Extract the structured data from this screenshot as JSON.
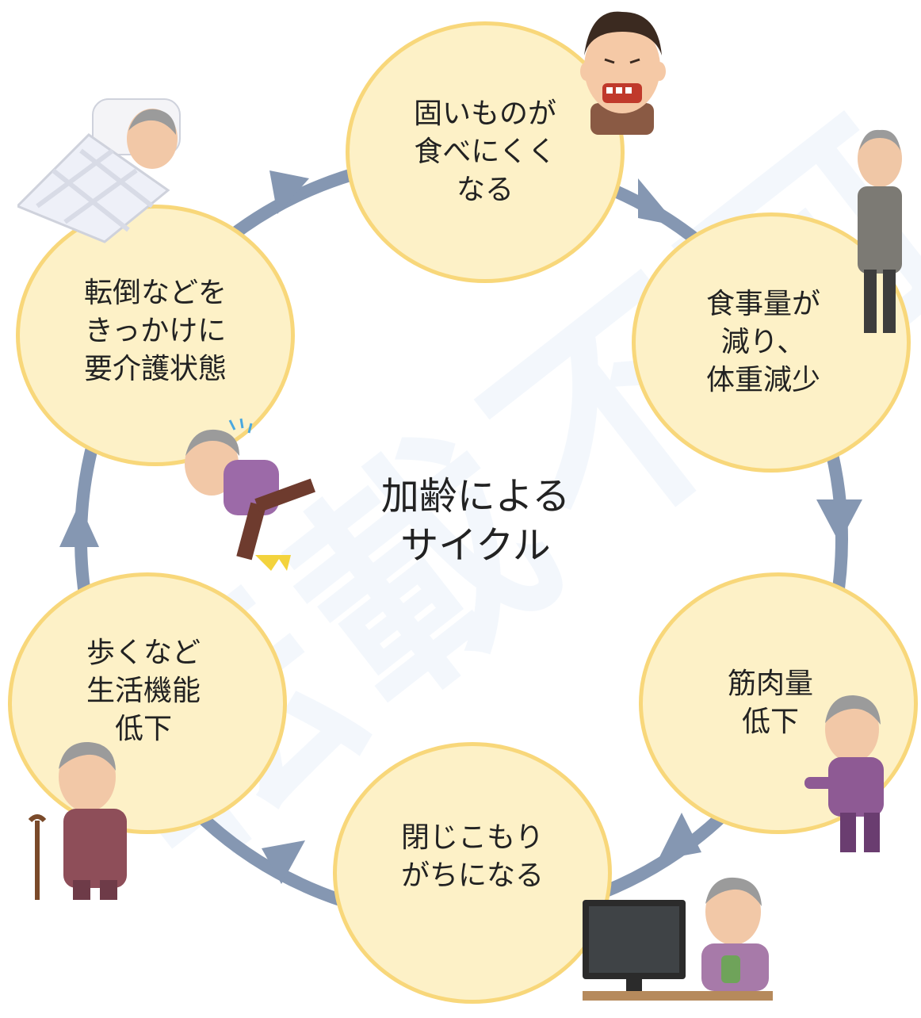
{
  "diagram": {
    "center_title": [
      "加齢による",
      "サイクル"
    ],
    "nodes": [
      {
        "id": "hard-food",
        "lines": [
          "固いものが",
          "食べにくく",
          "なる"
        ]
      },
      {
        "id": "less-food",
        "lines": [
          "食事量が",
          "減り、",
          "体重減少"
        ]
      },
      {
        "id": "muscle",
        "lines": [
          "筋肉量",
          "低下"
        ]
      },
      {
        "id": "withdrawn",
        "lines": [
          "閉じこもり",
          "がちになる"
        ]
      },
      {
        "id": "walking",
        "lines": [
          "歩くなど",
          "生活機能",
          "低下"
        ]
      },
      {
        "id": "care",
        "lines": [
          "転倒などを",
          "きっかけに",
          "要介護状態"
        ]
      }
    ],
    "watermark": "転載不可",
    "colors": {
      "node_fill": "#fdf1c7",
      "node_border": "#f8d77a",
      "cycle_line": "#8597b2",
      "watermark": "#eaf2fb"
    }
  }
}
